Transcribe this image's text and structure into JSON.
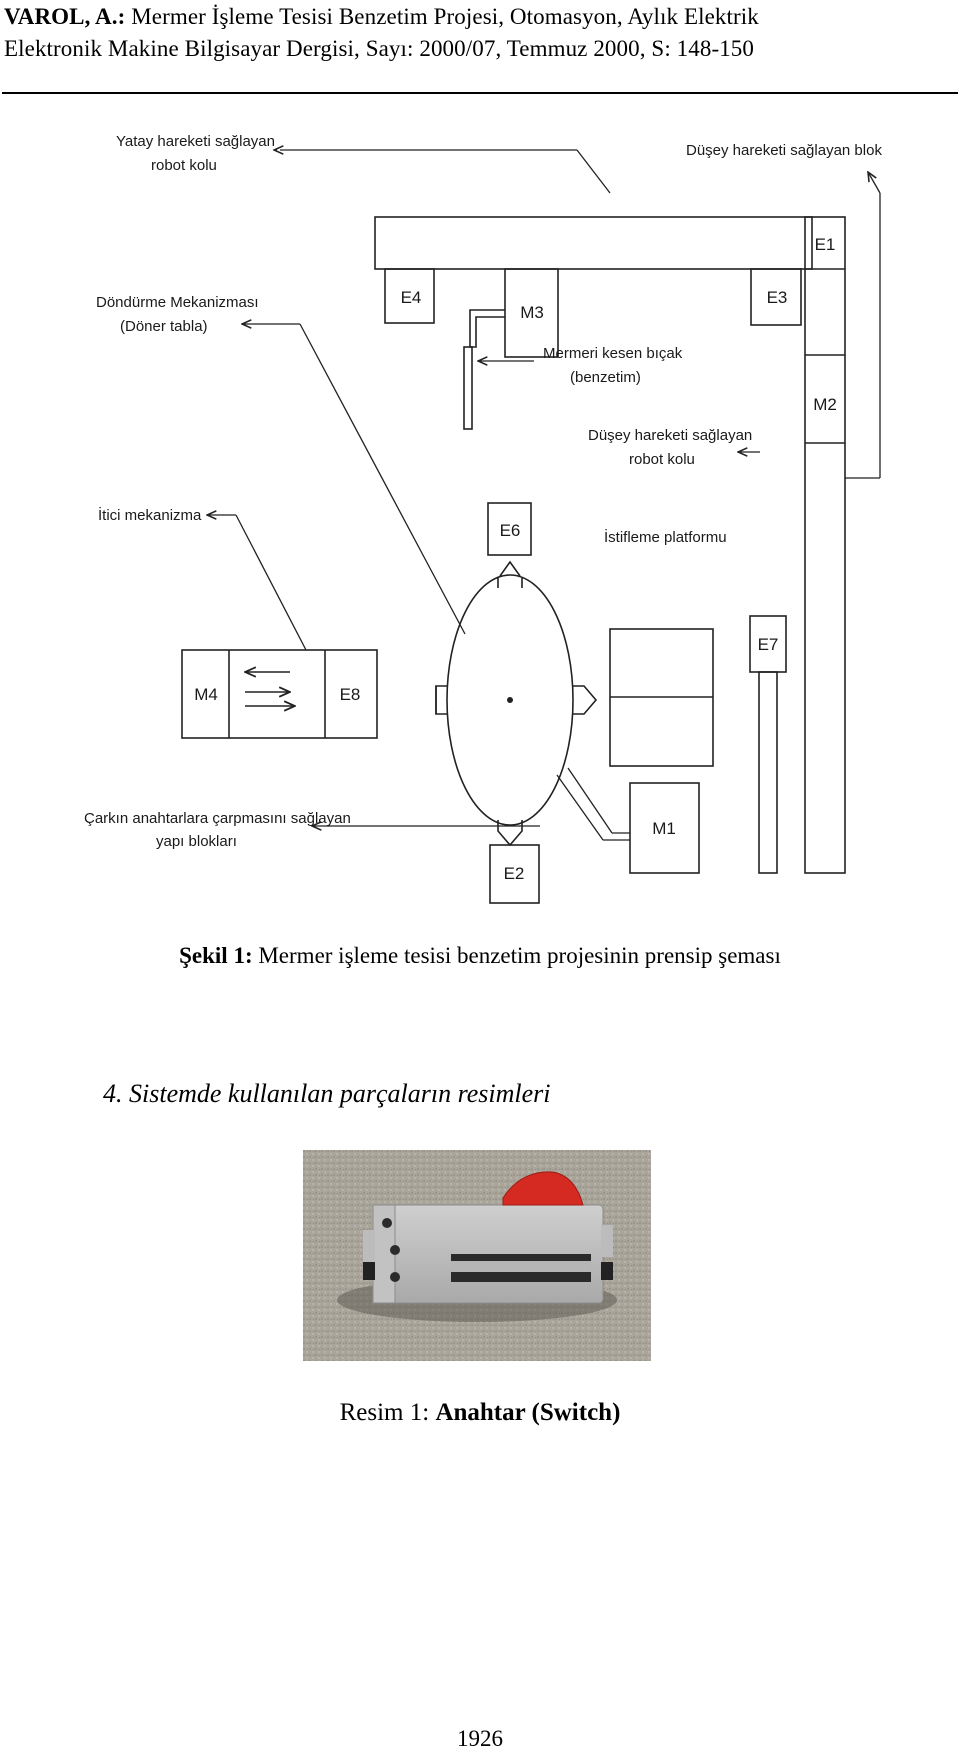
{
  "header": {
    "author": "VAROL, A.:",
    "title_rest": " Mermer İşleme Tesisi Benzetim Projesi,  Otomasyon, Aylık Elektrik",
    "line2": "Elektronik Makine Bilgisayar Dergisi, Sayı: 2000/07, Temmuz 2000, S: 148-150"
  },
  "figure": {
    "labels": {
      "yatay_robot_line1": "Yatay hareketi sağlayan",
      "yatay_robot_line2": "robot kolu",
      "dusey_blok": "Düşey hareketi sağlayan blok",
      "dondurme_line1": "Döndürme Mekanizması",
      "dondurme_line2": "(Döner tabla)",
      "bicak_line1": "Mermeri kesen bıçak",
      "bicak_line2": "(benzetim)",
      "dusey_robot_line1": "Düşey hareketi sağlayan",
      "dusey_robot_line2": "robot kolu",
      "itici": "İtici mekanizma",
      "istifleme": "İstifleme platformu",
      "carkin_line1": "Çarkın anahtarlara çarpmasını sağlayan",
      "carkin_line2": "yapı blokları"
    },
    "components": {
      "E1": "E1",
      "E2": "E2",
      "E3": "E3",
      "E4": "E4",
      "E6": "E6",
      "E7": "E7",
      "E8": "E8",
      "M1": "M1",
      "M2": "M2",
      "M3": "M3",
      "M4": "M4"
    },
    "caption_label": "Şekil 1:",
    "caption_text": " Mermer işleme tesisi benzetim projesinin prensip şeması"
  },
  "section": {
    "heading": "4. Sistemde kullanılan parçaların resimleri"
  },
  "photo": {
    "caption_label": "Resim 1: ",
    "caption_text": "Anahtar (Switch)"
  },
  "footer": {
    "page_number": "1926"
  },
  "colors": {
    "switch_body": "#bdbdbd",
    "switch_actuator": "#d42a22",
    "carpet": "#a9a49a"
  }
}
